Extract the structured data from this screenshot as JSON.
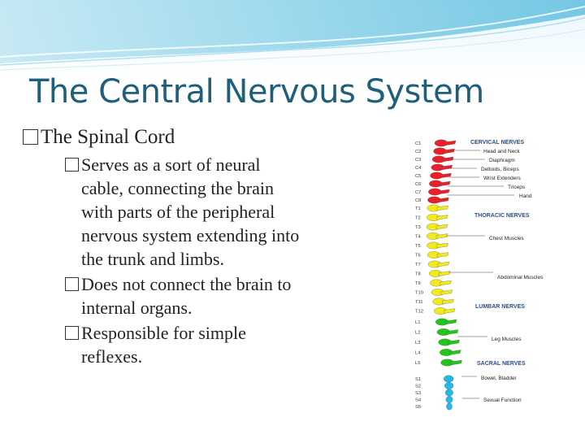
{
  "slide": {
    "title": "The Central Nervous System",
    "bullets": [
      {
        "text": "The Spinal Cord",
        "sub": [
          "Serves as a sort of neural cable, connecting the brain with parts of the peripheral nervous system extending into the trunk and limbs.",
          "Does not connect the brain to internal organs.",
          "Responsible for simple reflexes."
        ]
      }
    ]
  },
  "diagram": {
    "headings": {
      "cervical": "CERVICAL NERVES",
      "thoracic": "THORACIC NERVES",
      "lumbar": "LUMBAR NERVES",
      "sacral": "SACRAL NERVES"
    },
    "labels": {
      "head_neck": "Head and Neck",
      "diaphragm": "Diaphragm",
      "deltoids": "Deltoids, Biceps",
      "wrist": "Wrist Extenders",
      "triceps": "Triceps",
      "hand": "Hand",
      "chest": "Chest Muscles",
      "abdominal": "Abdominal Muscles",
      "leg": "Leg Muscles",
      "bowel": "Bowel, Bladder",
      "sexual": "Sexual Function"
    },
    "vertebrae": {
      "cervical": [
        "C1",
        "C2",
        "C3",
        "C4",
        "C5",
        "C6",
        "C7",
        "C8"
      ],
      "thoracic": [
        "T1",
        "T2",
        "T3",
        "T4",
        "T5",
        "T6",
        "T7",
        "T8",
        "T9",
        "T10",
        "T11",
        "T12"
      ],
      "lumbar": [
        "L1",
        "L2",
        "L3",
        "L4",
        "L5"
      ],
      "sacral": [
        "S1",
        "S2",
        "S3",
        "S4",
        "S5"
      ]
    },
    "colors": {
      "cervical": "#e8202a",
      "thoracic": "#f2ea1c",
      "lumbar": "#22c51c",
      "sacral": "#22b8e8",
      "heading": "#2a4f8f"
    }
  },
  "theme": {
    "title_color": "#1f5f7a",
    "wave_color": "#6ec6e0"
  }
}
